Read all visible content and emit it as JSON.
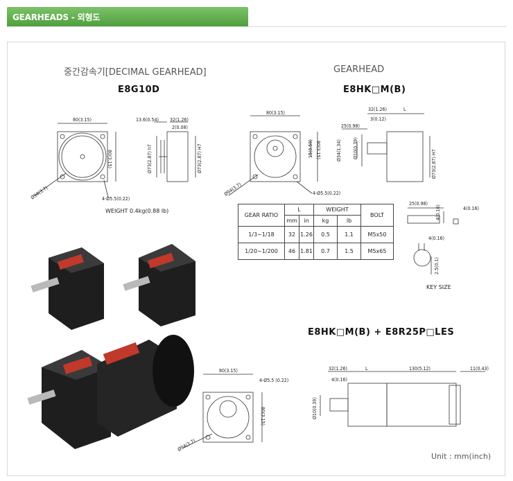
{
  "header": {
    "title": "GEARHEADS - 외형도"
  },
  "left": {
    "section_title": "중간감속기[DECIMAL GEARHEAD]",
    "model": "E8G10D",
    "dims": {
      "w": "80(3.15)",
      "h": "80(3.15)",
      "dia": "Ø94(3.7)",
      "hole": "4-Ø5.5(0.22)",
      "d1": "13.6(0.54)",
      "d2": "32(1.26)",
      "d3": "2(0.08)",
      "d4": "Ø73(2.87) h7",
      "d5": "Ø73(2.87) H7"
    },
    "weight": "WEIGHT 0.4kg(0.88 lb)"
  },
  "right": {
    "section_title": "GEARHEAD",
    "model": "E8HK□M(B)",
    "dims": {
      "w": "80(3.15)",
      "h": "80(3.15)",
      "d15": "15(0.59)",
      "d34": "Ø34(1.34)",
      "d10": "Ø10(0.39)",
      "dia": "Ø94(3.7)",
      "hole": "4-Ø5.5(0.22)",
      "d32": "32(1.26)",
      "d3": "3(0.12)",
      "d25": "25(0.98)",
      "L": "L",
      "d73": "Ø73(2.87) H7"
    },
    "table": {
      "headers": [
        "GEAR RATIO",
        "L",
        "WEIGHT",
        "BOLT"
      ],
      "sub": [
        "mm",
        "in",
        "kg",
        "lb"
      ],
      "rows": [
        [
          "1/3~1/18",
          "32",
          "1.26",
          "0.5",
          "1.1",
          "M5x50"
        ],
        [
          "1/20~1/200",
          "46",
          "1.81",
          "0.7",
          "1.5",
          "M5x65"
        ]
      ]
    },
    "key": {
      "d25": "25(0.98)",
      "d4a": "4(0.16)",
      "d4b": "4(0.16)",
      "d4c": "4(0.16)",
      "d25b": "2.5(0.1)",
      "label": "KEY SIZE"
    }
  },
  "combo": {
    "model": "E8HK□M(B) + E8R25P□LES",
    "dims": {
      "d32": "32(1.26)",
      "L": "L",
      "d130": "130(5.12)",
      "d11": "11(0.43)",
      "d4": "4(0.16)",
      "d10": "Ø10(0.39)"
    }
  },
  "front": {
    "w": "80(3.15)",
    "hole": "4-Ø5.5 (0.22)",
    "h": "80(3.15)",
    "dia": "Ø94(3.7)"
  },
  "unit": "Unit : mm(inch)"
}
